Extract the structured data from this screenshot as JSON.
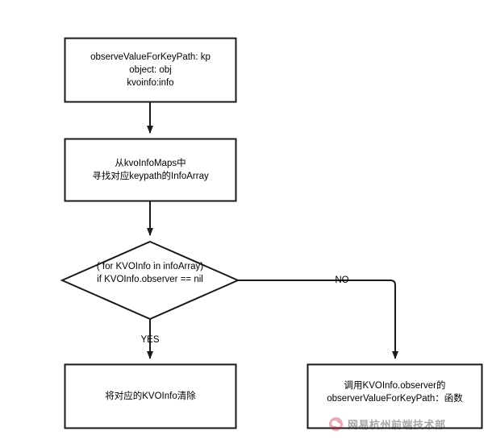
{
  "diagram": {
    "title": "KVO observeValueForKeyPath flowchart",
    "stroke_color": "#1a1a1a",
    "fill_color": "#ffffff",
    "text_color": "#000000",
    "nodes": {
      "entry": {
        "shape": "rectangle",
        "line1": "observeValueForKeyPath: kp",
        "line2": "object: obj",
        "line3": "kvoinfo:info"
      },
      "lookup": {
        "shape": "rectangle",
        "line1": "从kvoInfoMaps中",
        "line2": "寻找对应keypath的InfoArray"
      },
      "decision": {
        "shape": "diamond",
        "line1": "( for KVOInfo in infoArray)",
        "line2": "if KVOInfo.observer == nil"
      },
      "clear": {
        "shape": "rectangle",
        "line1": "将对应的KVOInfo清除"
      },
      "call": {
        "shape": "rectangle",
        "line1": "调用KVOInfo.observer的",
        "line2": "observerValueForKeyPath：函数"
      }
    },
    "edges": {
      "yes_label": "YES",
      "no_label": "NO"
    }
  },
  "watermark": {
    "text": "网易杭州前端技术部",
    "logo_color": "#c8102e",
    "logo_name": "wechat-logo-icon"
  }
}
